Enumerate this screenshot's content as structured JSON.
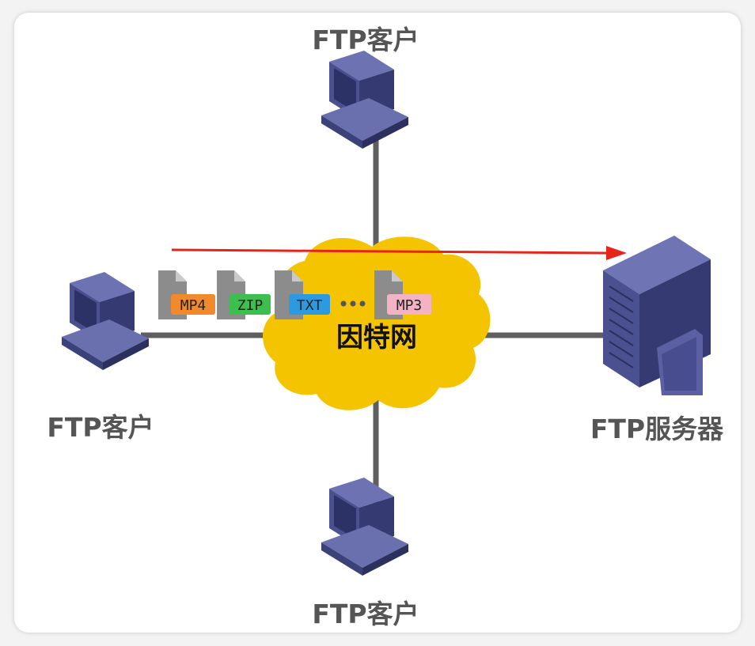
{
  "labels": {
    "client_top": "FTP客户",
    "client_left": "FTP客户",
    "client_bottom": "FTP客户",
    "server": "FTP服务器",
    "cloud": "因特网"
  },
  "files": [
    {
      "ext": "MP4",
      "color": "#f08a2c"
    },
    {
      "ext": "ZIP",
      "color": "#3cbf4f"
    },
    {
      "ext": "TXT",
      "color": "#2c9ae0"
    },
    {
      "ext": "MP3",
      "color": "#f4b3c4"
    }
  ],
  "colors": {
    "cloud": "#f5c400",
    "link": "#5f5f5f",
    "arrow": "#e8231a",
    "device": "#3e4580"
  }
}
